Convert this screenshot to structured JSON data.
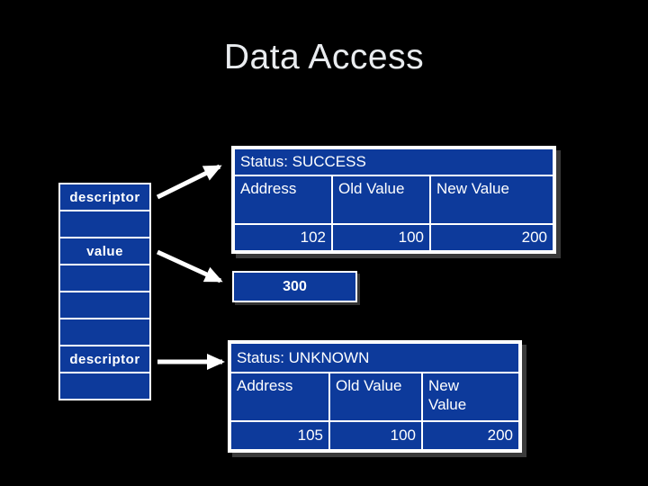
{
  "slide": {
    "title": "Data Access"
  },
  "colors": {
    "background": "#000000",
    "box_fill": "#0d3a9b",
    "border": "#ffffff",
    "text": "#ffffff",
    "title_text": "#e9ecef",
    "shadow": "#3a3a3a"
  },
  "memory_column": {
    "cells": [
      {
        "label": "descriptor"
      },
      {
        "label": ""
      },
      {
        "label": "value"
      },
      {
        "label": ""
      },
      {
        "label": ""
      },
      {
        "label": ""
      },
      {
        "label": "descriptor"
      },
      {
        "label": ""
      }
    ]
  },
  "value_box": {
    "label": "300"
  },
  "tables": [
    {
      "name": "success",
      "status": "Status: SUCCESS",
      "columns": [
        "Address",
        "Old Value",
        "New Value"
      ],
      "rows": [
        [
          "102",
          "100",
          "200"
        ]
      ]
    },
    {
      "name": "unknown",
      "status": "Status: UNKNOWN",
      "columns": [
        "Address",
        "Old Value",
        "New Value"
      ],
      "rows": [
        [
          "105",
          "100",
          "200"
        ]
      ]
    }
  ],
  "arrows": [
    {
      "name": "descriptor-to-success-table"
    },
    {
      "name": "value-to-value-box"
    },
    {
      "name": "descriptor-to-unknown-table"
    }
  ]
}
